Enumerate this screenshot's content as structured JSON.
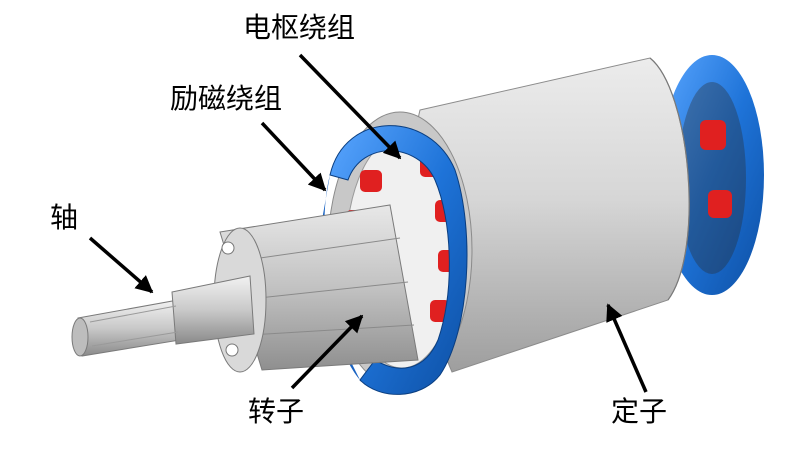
{
  "labels": {
    "armature_winding": "电枢绕组",
    "field_winding": "励磁绕组",
    "shaft": "轴",
    "rotor": "转子",
    "stator": "定子"
  },
  "colors": {
    "winding_blue": "#1e73d8",
    "coil_red": "#e02020",
    "stator_gray": "#cfcfcf",
    "rotor_gray": "#bdbdbd",
    "arrow": "#000000"
  }
}
